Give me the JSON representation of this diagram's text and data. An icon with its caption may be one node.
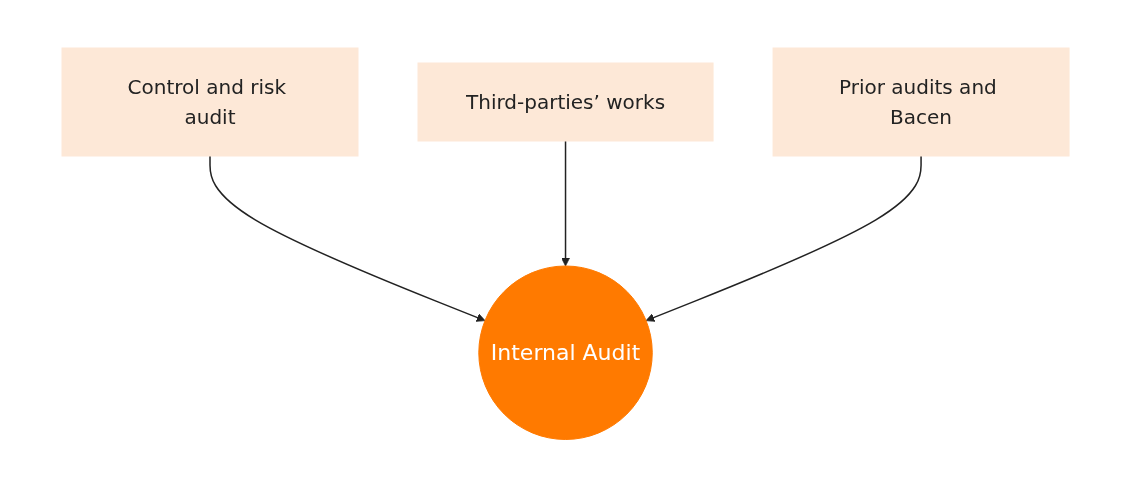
{
  "diagram": {
    "nodes": [
      {
        "text": [
          "Control and risk audit"
        ]
      },
      {
        "text": [
          "Third-parties’ works"
        ]
      },
      {
        "text": [
          "Prior audits and Bacen"
        ]
      },
      {
        "text": [
          "Internal Audit"
        ]
      }
    ],
    "edges": [
      {
        "from": 0,
        "to": 3,
        "arrow": "to"
      },
      {
        "from": 1,
        "to": 3,
        "arrow": "to"
      },
      {
        "from": 2,
        "to": 3,
        "arrow": "to"
      }
    ]
  }
}
